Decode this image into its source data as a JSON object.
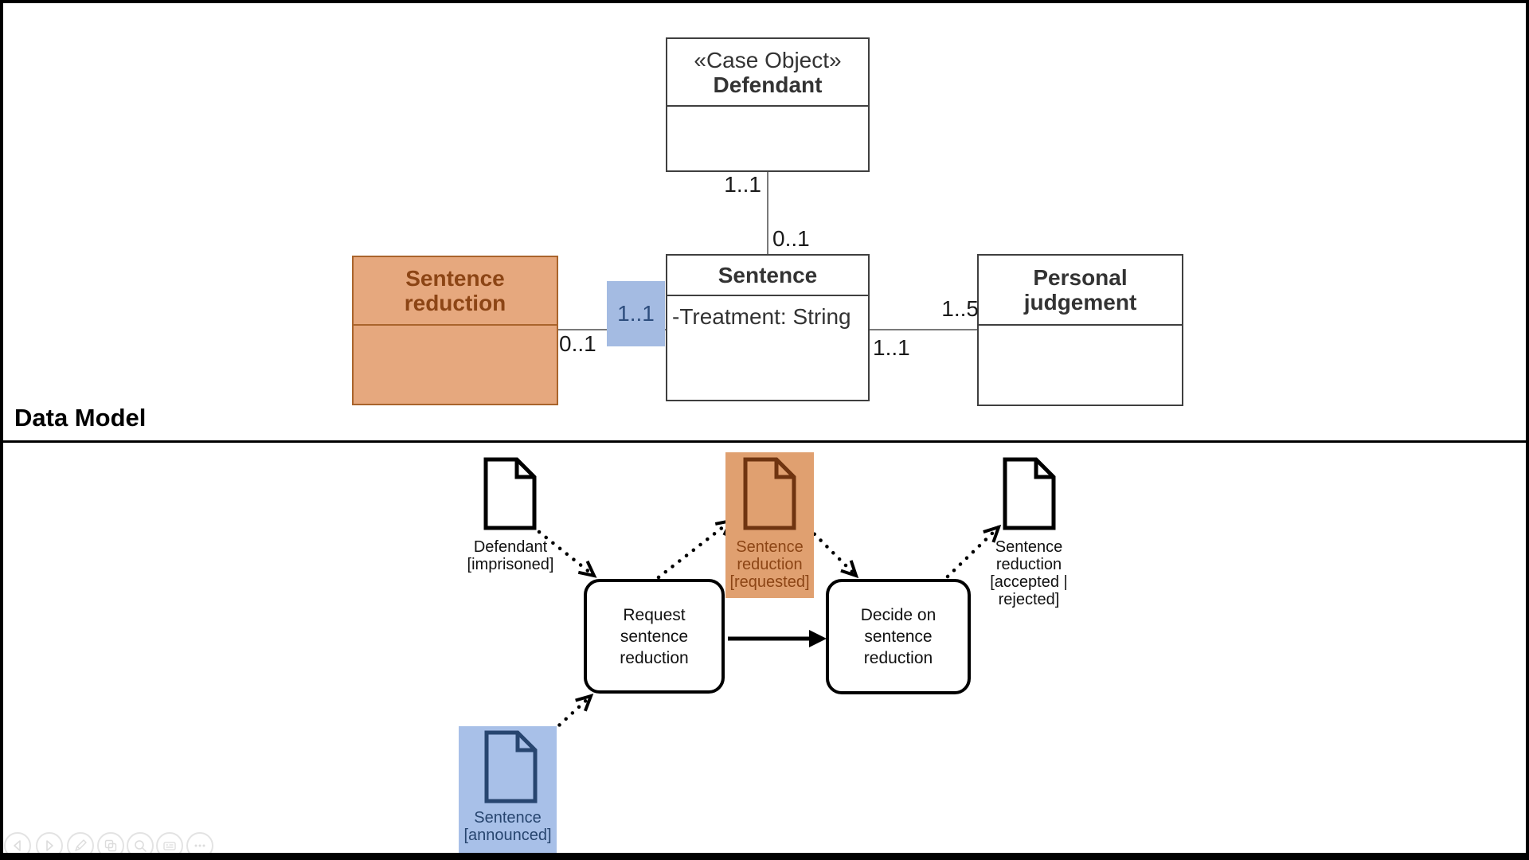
{
  "section_label": "Data Model",
  "data_model": {
    "classes": {
      "defendant": {
        "stereotype": "«Case Object»",
        "name": "Defendant"
      },
      "sentence_reduction": {
        "name_lines": [
          "Sentence",
          "reduction"
        ]
      },
      "sentence": {
        "name": "Sentence",
        "attribute": "-Treatment: String"
      },
      "personal_judgement": {
        "name_lines": [
          "Personal",
          "judgement"
        ]
      }
    },
    "multiplicities": {
      "defendant_end": "1..1",
      "sentence_top": "0..1",
      "reduction_end": "0..1",
      "highlighted_sentence_end": "1..1",
      "judgement_end": "1..5",
      "sentence_right": "1..1"
    }
  },
  "process_model": {
    "tasks": [
      {
        "lines": [
          "Request",
          "sentence",
          "reduction"
        ]
      },
      {
        "lines": [
          "Decide on",
          "sentence",
          "reduction"
        ]
      }
    ],
    "data_objects": [
      {
        "icon": "document-icon",
        "highlight": "none",
        "lines": [
          "Defendant",
          "[imprisoned]"
        ]
      },
      {
        "icon": "document-icon",
        "highlight": "orange",
        "lines": [
          "Sentence",
          "reduction",
          "[requested]"
        ]
      },
      {
        "icon": "document-icon",
        "highlight": "none",
        "lines": [
          "Sentence",
          "reduction",
          "[accepted |",
          "rejected]"
        ]
      },
      {
        "icon": "document-icon",
        "highlight": "blue",
        "lines": [
          "Sentence",
          "[announced]"
        ]
      }
    ]
  },
  "toolbar": {
    "icons": [
      "previous-icon",
      "next-icon",
      "pencil-icon",
      "frames-icon",
      "zoom-icon",
      "keyboard-icon",
      "more-icon"
    ]
  },
  "colors": {
    "highlight_orange": "#E0A070",
    "orange_class_fill": "#E6A87E",
    "orange_border": "#A9642C",
    "orange_text": "#8C4515",
    "highlight_blue": "#A8C0E8",
    "blue_chip_fill": "#A4BBE2",
    "blue_text": "#2E4E7E",
    "navy_document": "#27456F",
    "connector_gray": "#7A7A7A",
    "box_border": "#3F3F3F"
  }
}
